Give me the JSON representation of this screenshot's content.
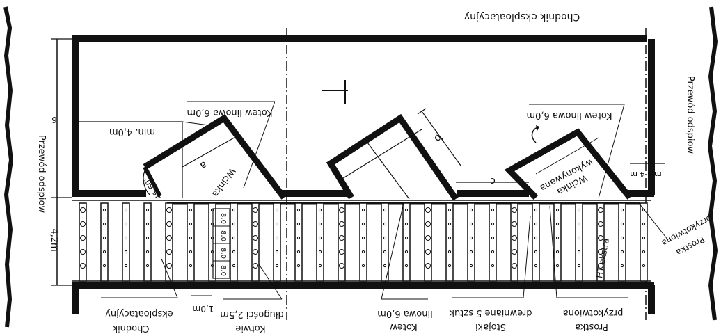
{
  "labels": {
    "chodnik_top": "Chodnik eksploatacyjny",
    "przewod_odsp_left": "Przewód odspiow",
    "przewod_odsp_right": "Przewód odspiow",
    "dim_6": "6",
    "dim_4_2m": "4,2m",
    "min_4_0m": "min. 4,0m",
    "min_4m": "min 4 m",
    "kotew_linowa_left": "Kotew linowa 6,0m",
    "kotew_linowa_right": "Kotew linowa 6,0m",
    "winch_left": "Wcinka",
    "winch_right_1": "Wcinka",
    "winch_right_2": "wykonywana",
    "angle_label": "45-60°",
    "dim_a": "a",
    "dim_b": "b",
    "dim_c": "c",
    "row_label_80": "8,0",
    "prostka_right": "Prostka",
    "przykotwiona_right": "przykotwiona",
    "ht_ekstra": "HT ekstra",
    "chodnik_bottom_1": "Chodnik",
    "chodnik_bottom_2": "eksploatacyjny",
    "dim_1m": "1,0m",
    "kotwie_1": "Kotwie",
    "kotwie_2": "długości 2,5m",
    "kotew_bottom_1": "Kotew",
    "kotew_bottom_2": "linowa 6,0m",
    "stojaki_1": "Stojaki",
    "stojaki_2": "drewniane 5 sztuk",
    "prostka_bottom_1": "Prostka",
    "prostka_bottom_2": "przykotwiona"
  },
  "icons": {
    "direction_marker": "t-arrow-icon",
    "north_arrow": "curved-arrow-icon"
  }
}
